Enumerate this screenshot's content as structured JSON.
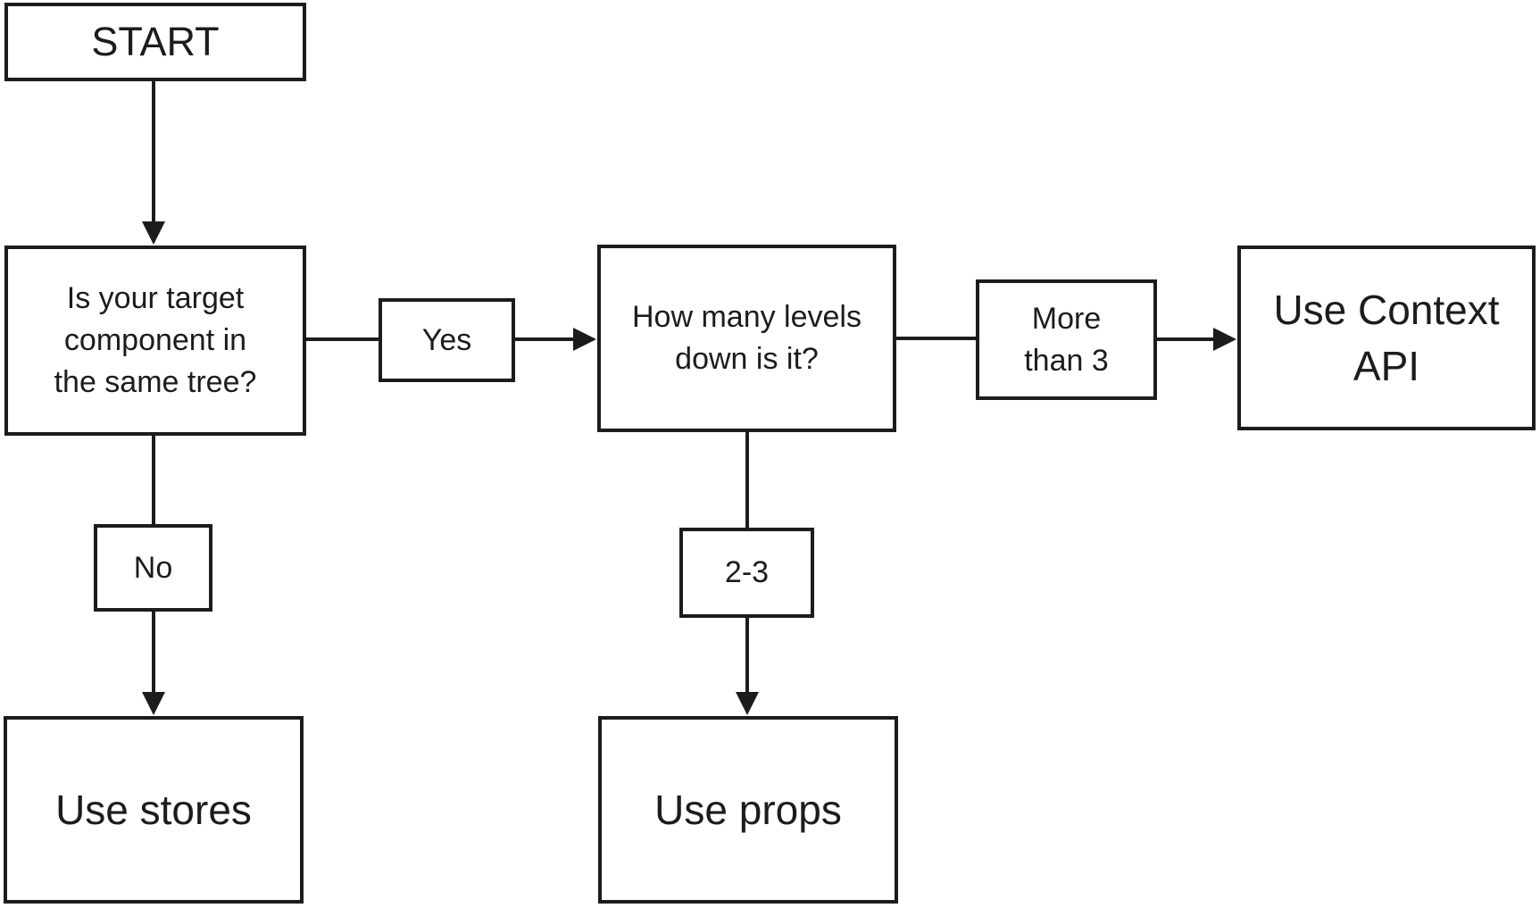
{
  "diagram": {
    "nodes": {
      "start": {
        "label": "START"
      },
      "q_same_tree": {
        "label": "Is your target\ncomponent in\nthe same tree?"
      },
      "yes": {
        "label": "Yes"
      },
      "q_levels": {
        "label": "How many levels\ndown is it?"
      },
      "more_than_3": {
        "label": "More\nthan 3"
      },
      "use_context": {
        "label": "Use Context\nAPI"
      },
      "no": {
        "label": "No"
      },
      "use_stores": {
        "label": "Use stores"
      },
      "two_to_three": {
        "label": "2-3"
      },
      "use_props": {
        "label": "Use props"
      }
    },
    "colors": {
      "stroke": "#1c1c1c",
      "text": "#1c1c1c",
      "background": "#ffffff"
    }
  }
}
